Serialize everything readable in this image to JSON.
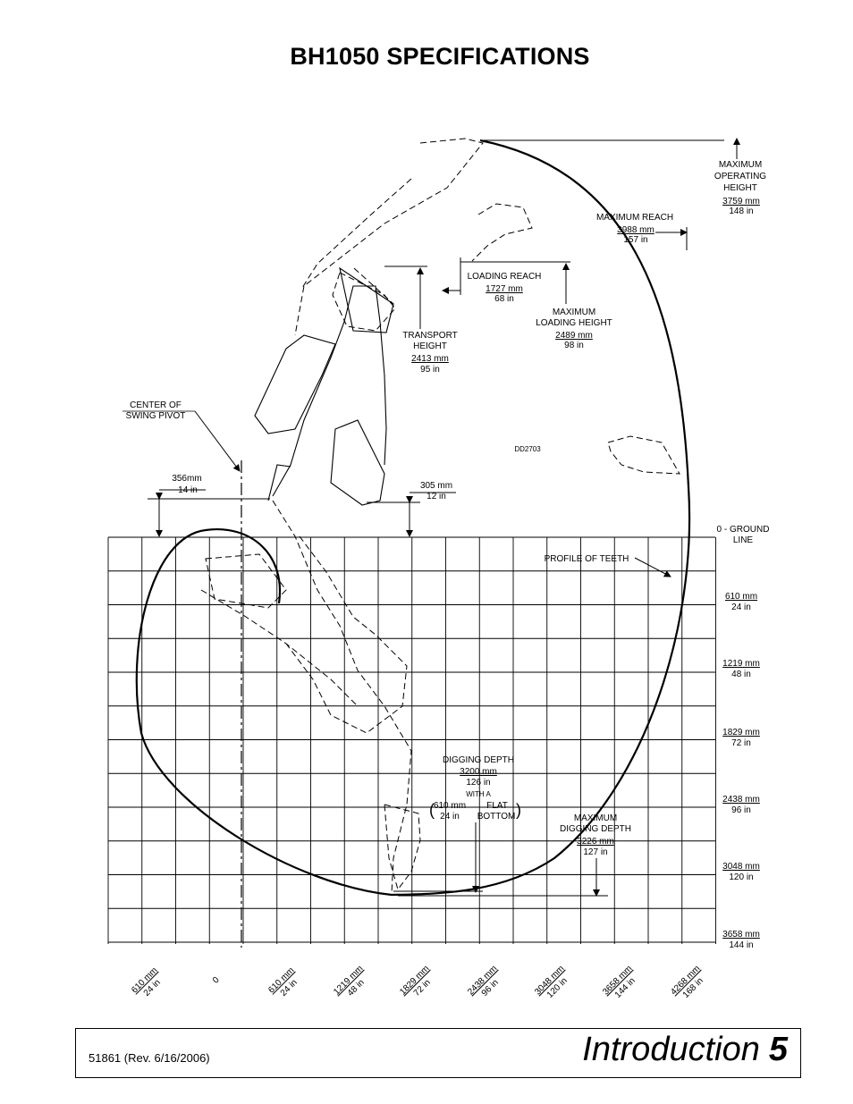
{
  "title": "BH1050 SPECIFICATIONS",
  "diagram": {
    "max_operating_height": {
      "lines": [
        "MAXIMUM",
        "OPERATING",
        "HEIGHT"
      ],
      "mm": "3759 mm",
      "in": "148 in"
    },
    "max_reach": {
      "label": "MAXIMUM  REACH",
      "mm": "3988 mm",
      "in": "157 in"
    },
    "loading_reach": {
      "label": "LOADING  REACH",
      "mm": "1727 mm",
      "in": "68 in"
    },
    "max_loading_height": {
      "lines": [
        "MAXIMUM",
        "LOADING HEIGHT"
      ],
      "mm": "2489 mm",
      "in": "98 in"
    },
    "transport_height": {
      "lines": [
        "TRANSPORT",
        "HEIGHT"
      ],
      "mm": "2413 mm",
      "in": "95 in"
    },
    "center_of_swing_pivot": {
      "lines": [
        "CENTER OF",
        "SWING PIVOT"
      ]
    },
    "pivot_offset": {
      "mm": "356mm",
      "in": "14 in"
    },
    "bucket_clearance": {
      "mm": "305 mm",
      "in": "12 in"
    },
    "drawing_code": "DD2703",
    "ground_line": {
      "lines": [
        "0 - GROUND",
        "LINE"
      ]
    },
    "profile_of_teeth": "PROFILE  OF  TEETH",
    "digging_depth": {
      "label": "DIGGING  DEPTH",
      "mm": "3200 mm",
      "in": "126 in",
      "with_a": "WITH A",
      "flat_mm": "610 mm",
      "flat_in": "24 in",
      "flat_word": "FLAT",
      "bottom_word": "BOTTOM"
    },
    "max_digging_depth": {
      "lines": [
        "MAXIMUM",
        "DIGGING  DEPTH"
      ],
      "mm": "3226 mm",
      "in": "127 in"
    },
    "depth_scale": [
      {
        "mm": "610 mm",
        "in": "24 in"
      },
      {
        "mm": "1219 mm",
        "in": "48 in"
      },
      {
        "mm": "1829 mm",
        "in": "72 in"
      },
      {
        "mm": "2438 mm",
        "in": "96 in"
      },
      {
        "mm": "3048 mm",
        "in": "120 in"
      },
      {
        "mm": "3658 mm",
        "in": "144 in"
      }
    ],
    "horizontal_scale": [
      {
        "mm": "610 mm",
        "in": "24 in"
      },
      {
        "mm": "0",
        "in": ""
      },
      {
        "mm": "610 mm",
        "in": "24 in"
      },
      {
        "mm": "1219 mm",
        "in": "48 in"
      },
      {
        "mm": "1829 mm",
        "in": "72 in"
      },
      {
        "mm": "2438 mm",
        "in": "96 in"
      },
      {
        "mm": "3048 mm",
        "in": "120 in"
      },
      {
        "mm": "3658 mm",
        "in": "144 in"
      },
      {
        "mm": "4268 mm",
        "in": "168 in"
      }
    ]
  },
  "footer": {
    "doc_number": "51861 (Rev. 6/16/2006)",
    "section": "Introduction",
    "page": "5"
  }
}
